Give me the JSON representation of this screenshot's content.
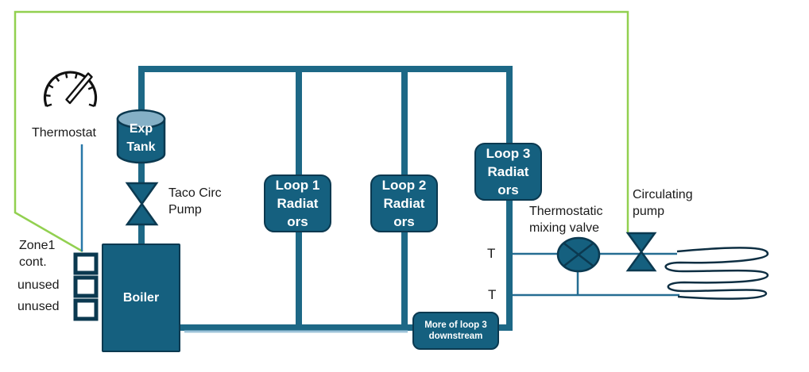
{
  "diagram": {
    "thermostat_label": "Thermostat",
    "zone_controller": {
      "zone1": "Zone1 cont.",
      "unused_a": "unused",
      "unused_b": "unused"
    },
    "exp_tank_label": "Exp Tank",
    "taco_pump_label": "Taco Circ Pump",
    "boiler_label": "Boiler",
    "loops": {
      "loop1": {
        "line1": "Loop 1",
        "line2": "Radiat",
        "line3": "ors"
      },
      "loop2": {
        "line1": "Loop 2",
        "line2": "Radiat",
        "line3": "ors"
      },
      "loop3": {
        "line1": "Loop 3",
        "line2": "Radiat",
        "line3": "ors"
      }
    },
    "mixing_valve_label": "Thermostatic mixing valve",
    "circulating_pump_label": "Circulating pump",
    "temp_sensor_upper": "T",
    "temp_sensor_lower": "T",
    "downstream_note": "More of loop 3 downstream"
  },
  "colors": {
    "pipe": "#1d6886",
    "shape_fill": "#15607f",
    "shape_border": "#0b3950",
    "wire_green": "#92d050",
    "wire_blue": "#2878a8",
    "thin_line": "#256d92",
    "light_line": "#9dc3d9",
    "tank_top": "#85b0c6",
    "coil_stroke": "#0d2e42",
    "text": "#1a1a1a"
  }
}
